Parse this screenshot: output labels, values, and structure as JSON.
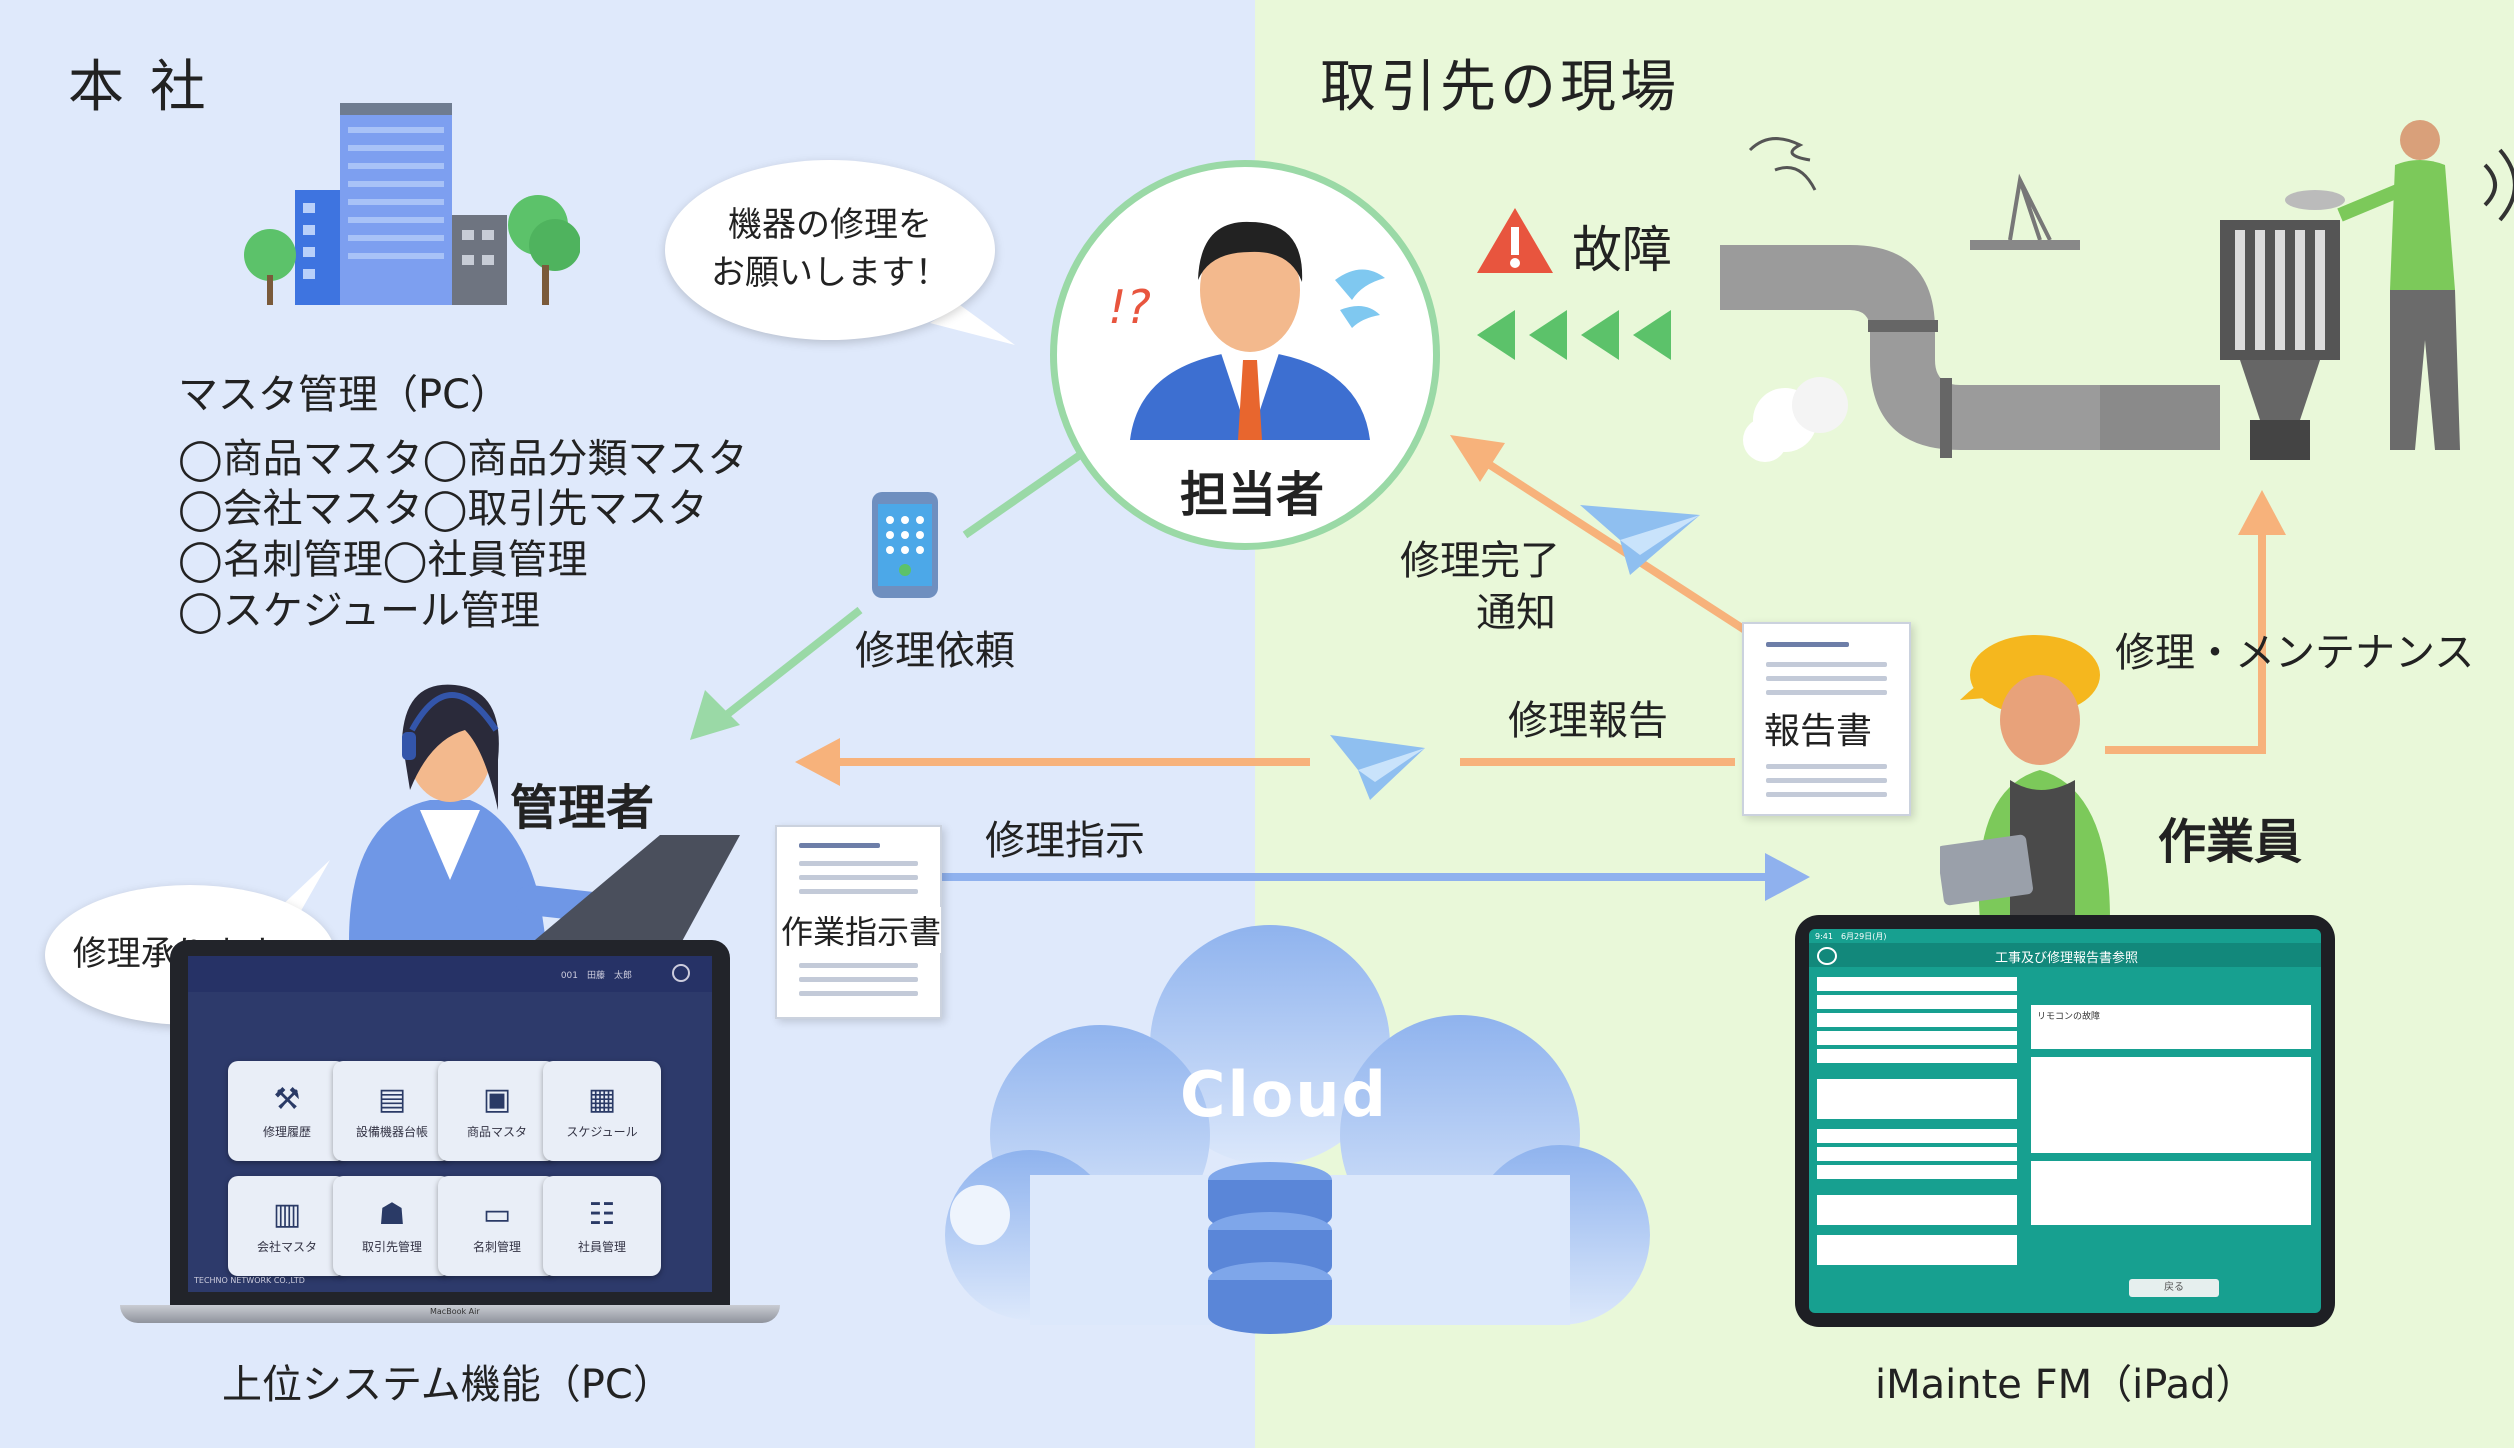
{
  "regions": {
    "head_office": "本 社",
    "client_site": "取引先の現場"
  },
  "head_office": {
    "master_title": "マスタ管理（PC）",
    "master_items": [
      "◯商品マスタ◯商品分類マスタ",
      "◯会社マスタ◯取引先マスタ",
      "◯名刺管理◯社員管理",
      "◯スケジュール管理"
    ]
  },
  "speech": {
    "request": [
      "機器の修理を",
      "お願いします！"
    ],
    "accept": "修理承ります。"
  },
  "roles": {
    "contact": "担当者",
    "manager": "管理者",
    "worker": "作業員"
  },
  "labels": {
    "repair_request": "修理依頼",
    "repair_complete": [
      "修理完了",
      "通知"
    ],
    "repair_report": "修理報告",
    "repair_instruction": "修理指示",
    "repair_maintenance": "修理・メンテナンス",
    "failure": "故障",
    "cloud": "Cloud",
    "surprise": "!?"
  },
  "documents": {
    "report": "報告書",
    "work_order": "作業指示書"
  },
  "devices": {
    "pc_caption": "上位システム機能（PC）",
    "ipad_caption": "iMainte FM（iPad）",
    "laptop_brand": "MacBook Air",
    "laptop_user": "001　田藤　太郎",
    "laptop_company": "TECHNO NETWORK CO.,LTD",
    "laptop_tiles": [
      "修理履歴",
      "設備機器台帳",
      "商品マスタ",
      "スケジュール",
      "会社マスタ",
      "取引先管理",
      "名刺管理",
      "社員管理"
    ],
    "ipad_status": "9:41　6月29日(月)",
    "ipad_title": "工事及び修理報告書参照",
    "ipad_note": "リモコンの故障",
    "ipad_button": "戻る"
  },
  "colors": {
    "left_bg": "#dfe9fb",
    "right_bg": "#e9f8d9",
    "green_arrow": "#9ad9a6",
    "orange_arrow": "#f7b27b",
    "blue_arrow": "#8fb1ee",
    "warning": "#e8553e",
    "teal": "#1a9b8e"
  }
}
